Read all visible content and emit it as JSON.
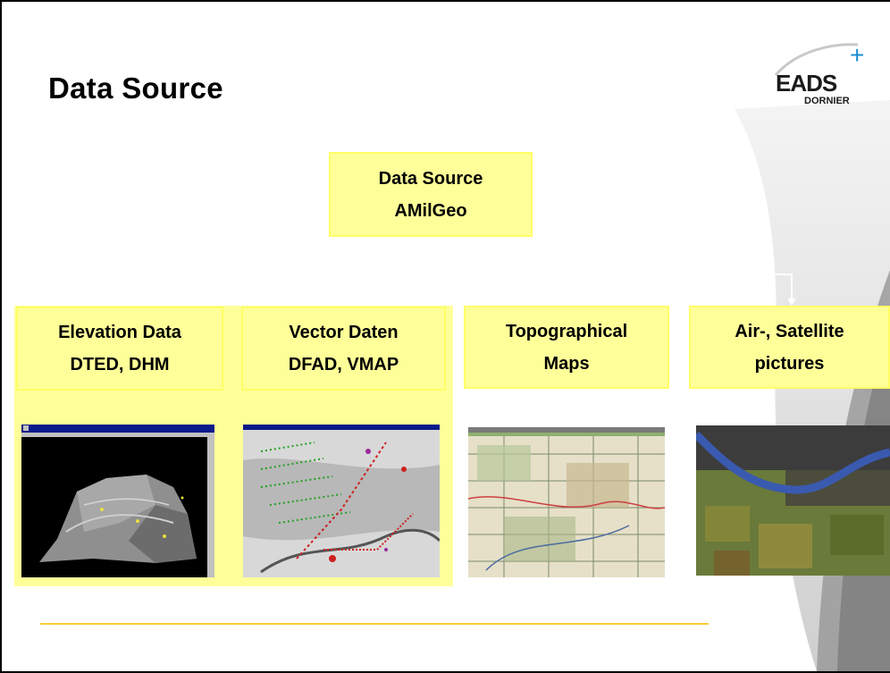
{
  "title": "Data Source",
  "logo": {
    "line1": "EADS",
    "line2": "DORNIER",
    "plus": "+"
  },
  "root_box": {
    "line1": "Data Source",
    "line2": "AMilGeo"
  },
  "categories": [
    {
      "line1": "Elevation Data",
      "line2": "DTED, DHM"
    },
    {
      "line1": "Vector Daten",
      "line2": "DFAD, VMAP"
    },
    {
      "line1": "Topographical",
      "line2": "Maps"
    },
    {
      "line1": "Air-, Satellite",
      "line2": "pictures"
    }
  ],
  "images": [
    {
      "icon": "terrain-3d-image"
    },
    {
      "icon": "vector-map-image"
    },
    {
      "icon": "topographic-map-image"
    },
    {
      "icon": "satellite-image"
    }
  ],
  "colors": {
    "box_fill": "#ffff99",
    "box_border": "#ffff66",
    "divider": "#ffcc33",
    "logo_plus": "#1a8fd6"
  }
}
